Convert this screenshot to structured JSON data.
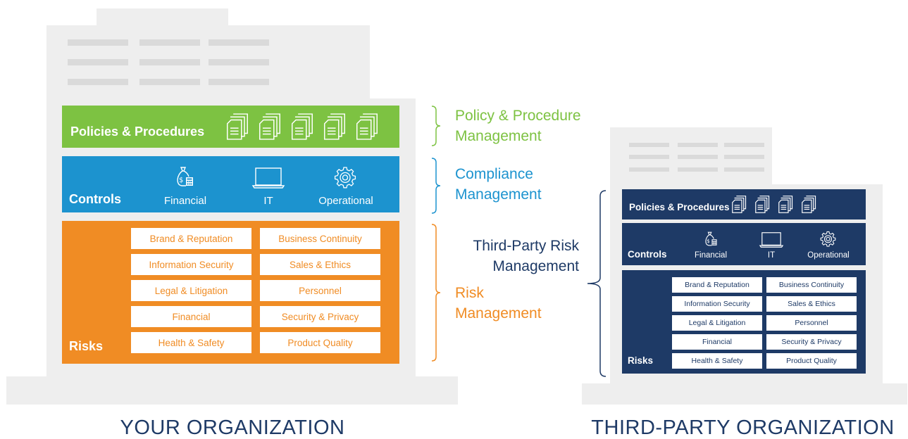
{
  "colors": {
    "policy_green": "#7dc242",
    "compliance_blue": "#1c93cf",
    "risk_orange": "#f08c24",
    "navy": "#1e3a66",
    "building_grey": "#eeeeee"
  },
  "your_org": {
    "caption": "YOUR ORGANIZATION",
    "policies_label": "Policies & Procedures",
    "controls_label": "Controls",
    "controls_items": [
      {
        "label": "Financial",
        "icon": "money-bag-calculator-icon"
      },
      {
        "label": "IT",
        "icon": "laptop-icon"
      },
      {
        "label": "Operational",
        "icon": "gear-icon"
      }
    ],
    "risks_label": "Risks",
    "risk_items": [
      "Brand & Reputation",
      "Business Continuity",
      "Information Security",
      "Sales & Ethics",
      "Legal & Litigation",
      "Personnel",
      "Financial",
      "Security & Privacy",
      "Health & Safety",
      "Product Quality"
    ]
  },
  "management": {
    "policy": [
      "Policy & Procedure",
      "Management"
    ],
    "compliance": [
      "Compliance",
      "Management"
    ],
    "risk": [
      "Risk",
      "Management"
    ],
    "third_party": [
      "Third-Party Risk",
      "Management"
    ]
  },
  "third_party_org": {
    "caption": "THIRD-PARTY ORGANIZATION",
    "policies_label": "Policies & Procedures",
    "controls_label": "Controls",
    "controls_items": [
      {
        "label": "Financial",
        "icon": "money-bag-calculator-icon"
      },
      {
        "label": "IT",
        "icon": "laptop-icon"
      },
      {
        "label": "Operational",
        "icon": "gear-icon"
      }
    ],
    "risks_label": "Risks",
    "risk_items": [
      "Brand & Reputation",
      "Business Continuity",
      "Information Security",
      "Sales & Ethics",
      "Legal & Litigation",
      "Personnel",
      "Financial",
      "Security & Privacy",
      "Health & Safety",
      "Product Quality"
    ]
  }
}
